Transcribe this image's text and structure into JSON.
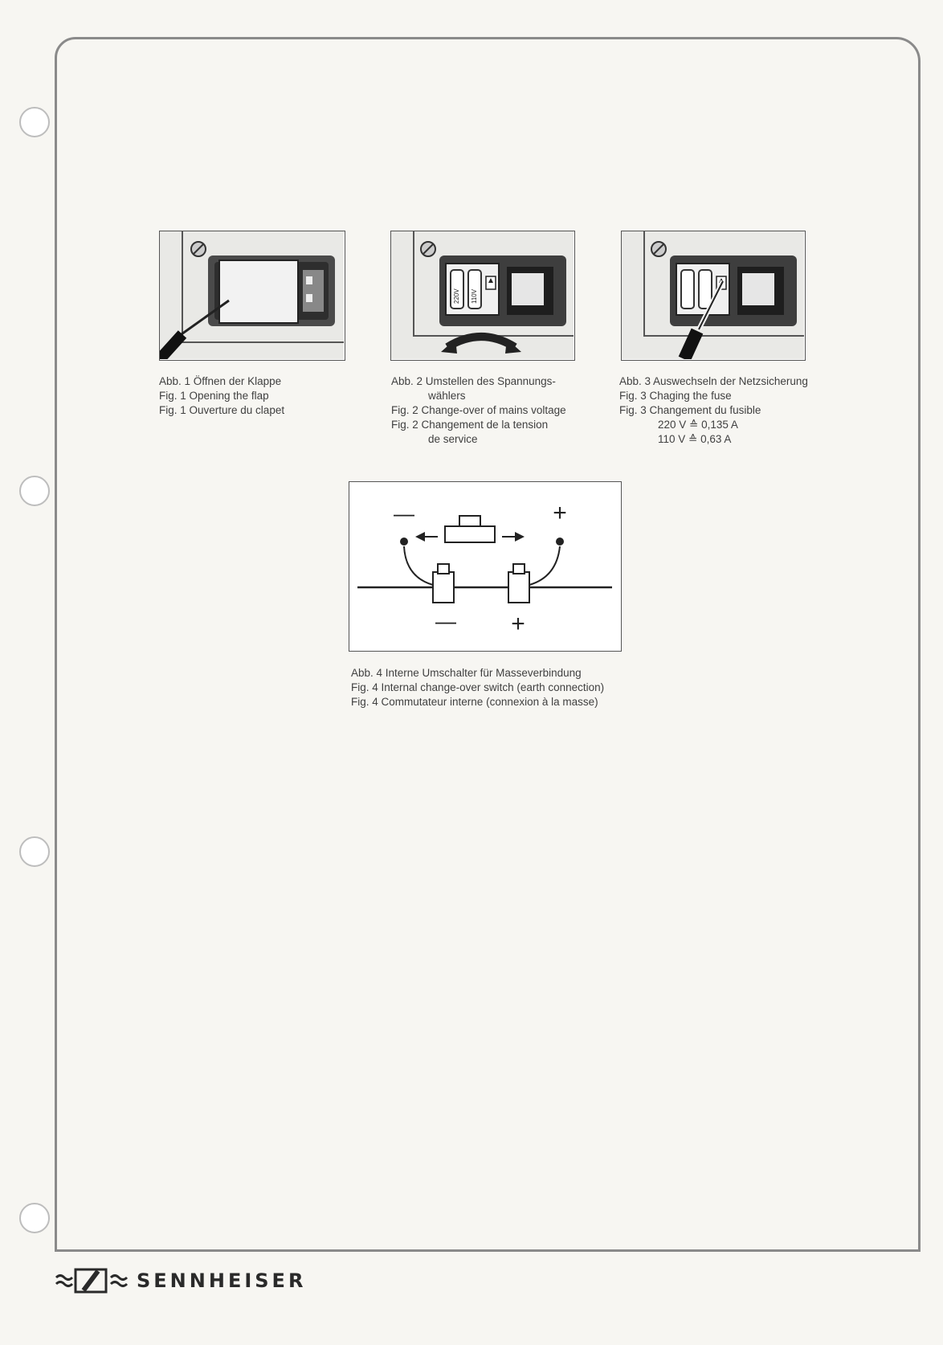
{
  "figures": [
    {
      "lines": [
        "Abb. 1 Öffnen der Klappe",
        "Fig. 1 Opening the flap",
        "Fig. 1 Ouverture du clapet"
      ]
    },
    {
      "lines": [
        "Abb. 2 Umstellen des Spannungs-",
        "wählers",
        "Fig. 2 Change-over of mains voltage",
        "Fig. 2 Changement de la tension",
        "de service"
      ]
    },
    {
      "lines": [
        "Abb. 3 Auswechseln der Netzsicherung",
        "Fig. 3 Chaging the fuse",
        "Fig. 3 Changement du fusible"
      ],
      "ratings": [
        "220 V ≙ 0,135 A",
        "110 V ≙ 0,63 A"
      ]
    },
    {
      "lines": [
        "Abb. 4 Interne Umschalter für Masseverbindung",
        "Fig. 4 Internal change-over switch (earth connection)",
        "Fig. 4 Commutateur interne (connexion à la masse)"
      ],
      "diagram": {
        "top_minus": "—",
        "top_plus": "+",
        "bottom_minus": "—",
        "bottom_plus": "+"
      }
    }
  ],
  "fuse_labels": [
    "220V",
    "110V"
  ],
  "footer": {
    "brand": "SENNHEISER"
  },
  "colors": {
    "ink": "#2a2a2a",
    "frame": "#8a8a8a",
    "paper": "#f7f6f2"
  }
}
